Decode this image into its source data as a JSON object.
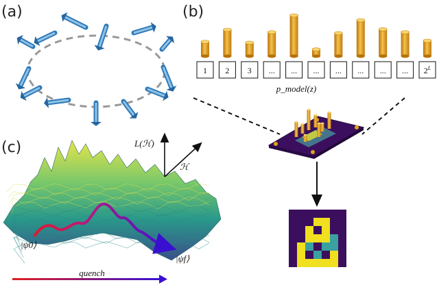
{
  "panels": {
    "a": {
      "label": "(a)"
    },
    "b": {
      "label": "(b)",
      "boxes": [
        "1",
        "2",
        "3",
        "...",
        "...",
        "...",
        "...",
        "...",
        "...",
        "...",
        "2L"
      ],
      "bar_levels": [
        0.3,
        0.55,
        0.28,
        0.5,
        0.85,
        0.14,
        0.48,
        0.75,
        0.56,
        0.5,
        0.32
      ],
      "probability_label": "p_model(z)",
      "bar_color": "#e4a21c"
    },
    "c": {
      "label": "(c)",
      "axis_y_label": "L(ℋ)",
      "axis_x_label": "ℋ",
      "initial_state": "|ψ0⟩",
      "final_state": "|ψf⟩",
      "arrow_label": "quench",
      "path_start_color": "#e02020",
      "path_end_color": "#3a10d0"
    },
    "output_image": {
      "background": "#3b0f5e",
      "stroke_color": "#f0e020",
      "accent_color": "#3aa0a0"
    }
  }
}
